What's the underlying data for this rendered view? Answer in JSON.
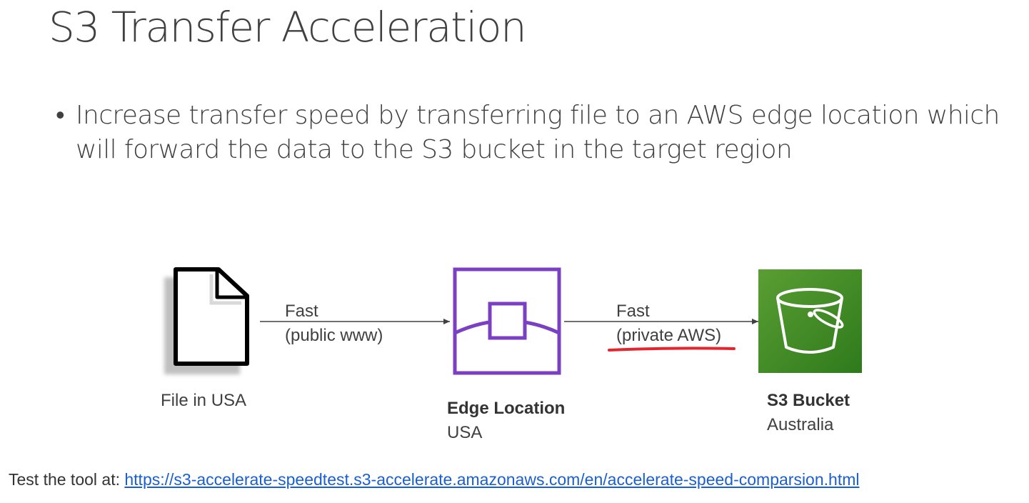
{
  "slide": {
    "title": "S3 Transfer Acceleration",
    "bullet": "Increase transfer speed by transferring file to an AWS edge location which will forward the data to the S3 bucket in the target region"
  },
  "diagram": {
    "file": {
      "label": "File in USA",
      "icon": "document-icon"
    },
    "link1": {
      "line1": "Fast",
      "line2": "(public www)"
    },
    "edge": {
      "title": "Edge Location",
      "subtitle": "USA",
      "icon": "edge-location-icon",
      "color": "#7b3fc4"
    },
    "link2": {
      "line1": "Fast",
      "line2": "(private AWS)",
      "underline_color": "#e3262d"
    },
    "bucket": {
      "title": "S3 Bucket",
      "subtitle": "Australia",
      "icon": "s3-bucket-icon",
      "color_top": "#5a9e33",
      "color_bottom": "#2e7a1c"
    }
  },
  "footer": {
    "prefix": "Test the tool at: ",
    "link_text": "https://s3-accelerate-speedtest.s3-accelerate.amazonaws.com/en/accelerate-speed-comparsion.html"
  }
}
